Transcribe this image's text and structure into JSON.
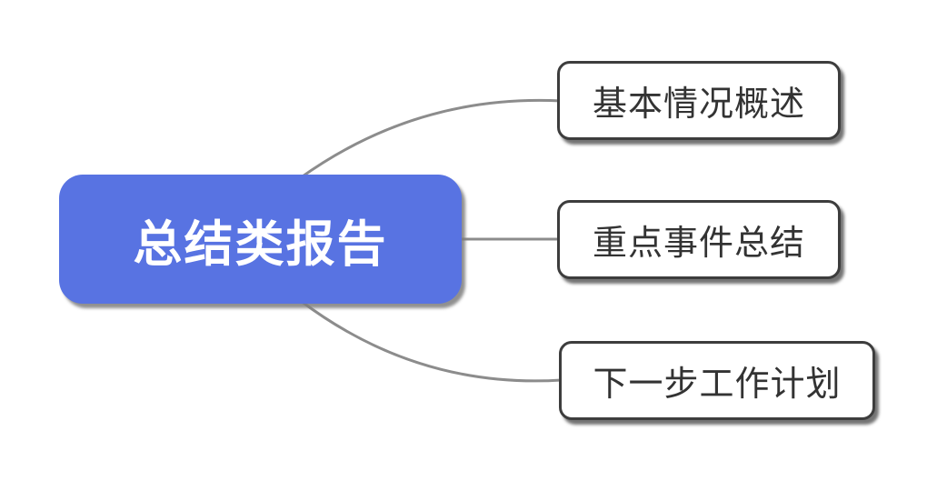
{
  "diagram": {
    "type": "mindmap",
    "root": {
      "label": "总结类报告"
    },
    "children": [
      {
        "label": "基本情况概述"
      },
      {
        "label": "重点事件总结"
      },
      {
        "label": "下一步工作计划"
      }
    ],
    "colors": {
      "root_fill": "#5873e2",
      "root_text": "#ffffff",
      "child_fill": "#ffffff",
      "child_border": "#3d3d3d",
      "child_text": "#333333",
      "connector": "#8c8c8c"
    }
  }
}
